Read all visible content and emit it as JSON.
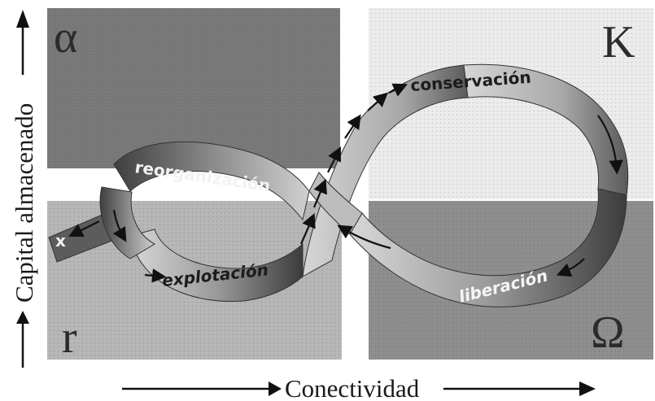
{
  "quadrants": {
    "alpha": "α",
    "k": "K",
    "r": "r",
    "omega": "Ω"
  },
  "phases": {
    "reorganization": "reorganización",
    "conservation": "conservación",
    "exploitation": "explotación",
    "release": "liberación",
    "exit": "x"
  },
  "axes": {
    "y_label": "Capital almacenado",
    "x_label": "Conectividad"
  },
  "colors": {
    "dark_quadrant": "#7a7a7a",
    "light_quadrant": "#e6e6e6",
    "mid_quadrant": "#b3b3b3",
    "band_dark": "#4a4a4a",
    "band_light": "#cfcfcf"
  }
}
